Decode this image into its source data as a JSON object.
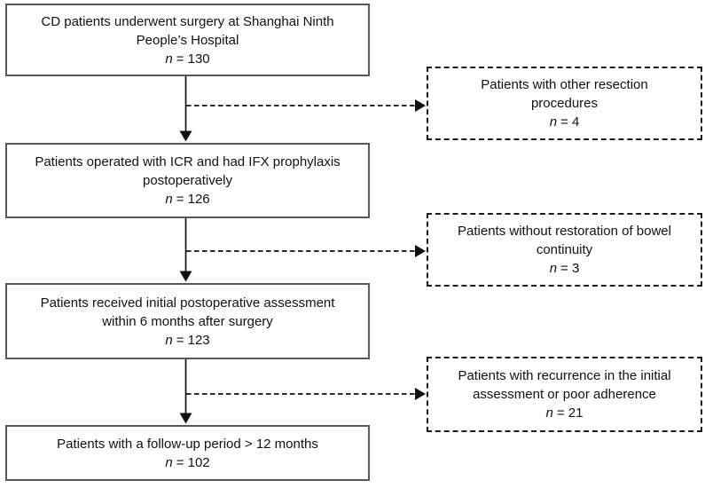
{
  "figure": {
    "type": "flowchart",
    "n_symbol": "n",
    "colors": {
      "background": "#ffffff",
      "solid_box_border": "#575757",
      "dashed_box_border": "#1c1c1c",
      "arrow": "#111111",
      "text": "#111111"
    },
    "main_boxes": [
      {
        "lines": [
          "CD patients underwent surgery at Shanghai Ninth",
          "People’s Hospital"
        ],
        "count": "= 130"
      },
      {
        "lines": [
          "Patients operated with ICR and had IFX prophylaxis",
          "postoperatively"
        ],
        "count": "= 126"
      },
      {
        "lines": [
          "Patients received initial postoperative assessment",
          "within 6 months after surgery"
        ],
        "count": "= 123"
      },
      {
        "lines": [
          "Patients with a follow-up period > 12 months"
        ],
        "count": "= 102"
      }
    ],
    "exclusion_boxes": [
      {
        "lines": [
          "Patients with other resection",
          "procedures"
        ],
        "count": "= 4"
      },
      {
        "lines": [
          "Patients without restoration of bowel",
          "continuity"
        ],
        "count": "= 3"
      },
      {
        "lines": [
          "Patients with recurrence in the initial",
          "assessment or poor adherence"
        ],
        "count": "= 21"
      }
    ]
  }
}
